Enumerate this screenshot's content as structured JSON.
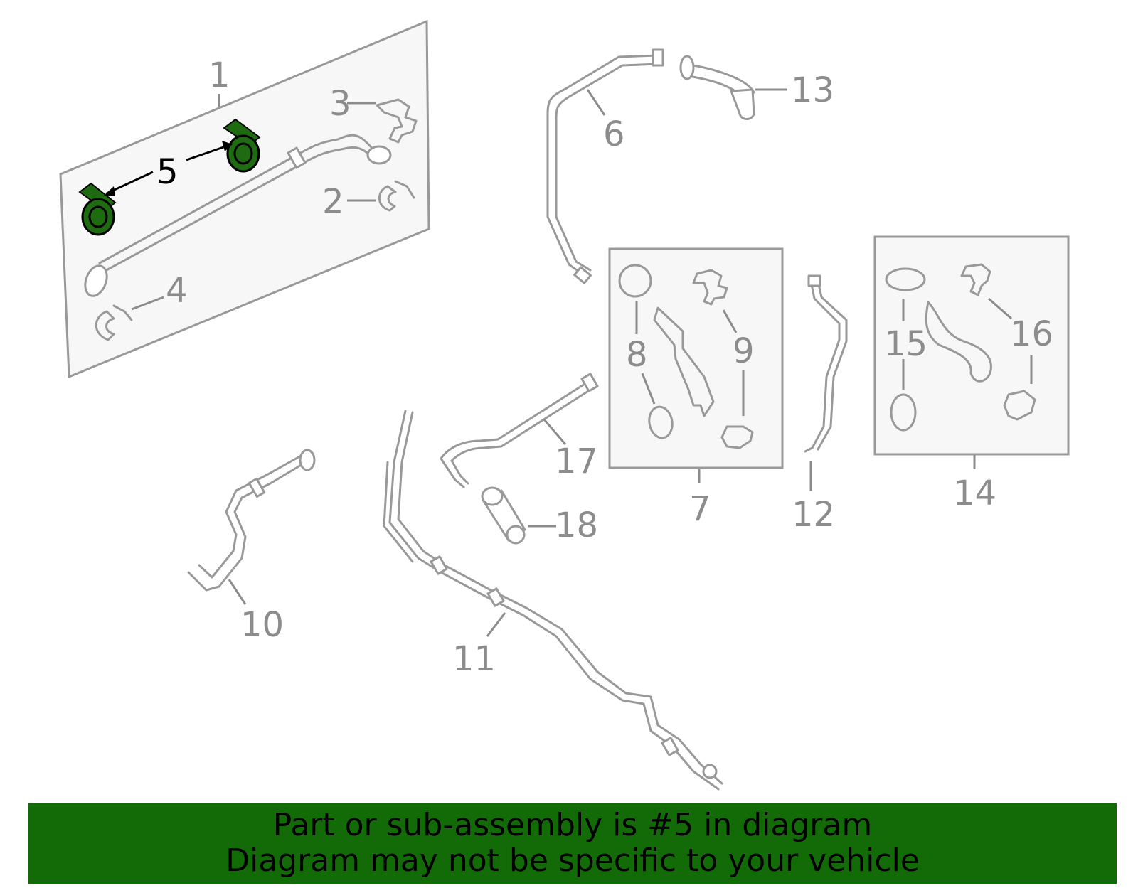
{
  "callouts": {
    "c1": "1",
    "c2": "2",
    "c3": "3",
    "c4": "4",
    "c5": "5",
    "c6": "6",
    "c7": "7",
    "c8": "8",
    "c9": "9",
    "c10": "10",
    "c11": "11",
    "c12": "12",
    "c13": "13",
    "c14": "14",
    "c15": "15",
    "c16": "16",
    "c17": "17",
    "c18": "18"
  },
  "highlight": {
    "part": "5",
    "color": "#1f6b12"
  },
  "colors": {
    "banner": "#136b08",
    "part_line": "#999999",
    "label": "#8c8c8c",
    "panel": "#f7f7f7"
  },
  "banner": {
    "line1": "Part or sub-assembly is #5 in diagram",
    "line2": "Diagram may not be specific to your vehicle"
  }
}
